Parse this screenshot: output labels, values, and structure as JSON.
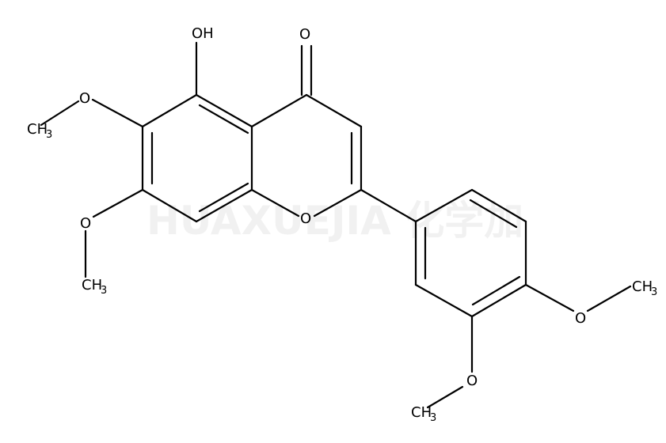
{
  "molecule": {
    "atoms": {
      "oh_top": "OH",
      "carbonyl_o": "O",
      "ring_o": "O",
      "meo6_o": "O",
      "meo6_c": "CH",
      "meo6_c_sub": "3",
      "meo7_o": "O",
      "meo7_c": "CH",
      "meo7_c_sub": "3",
      "meo4p_o": "O",
      "meo4p_c": "CH",
      "meo4p_c_sub": "3",
      "meo3p_o": "O",
      "meo3p_c": "CH",
      "meo3p_c_sub": "3"
    }
  },
  "watermark": {
    "text": "HUAXUEJIA 化学加"
  }
}
